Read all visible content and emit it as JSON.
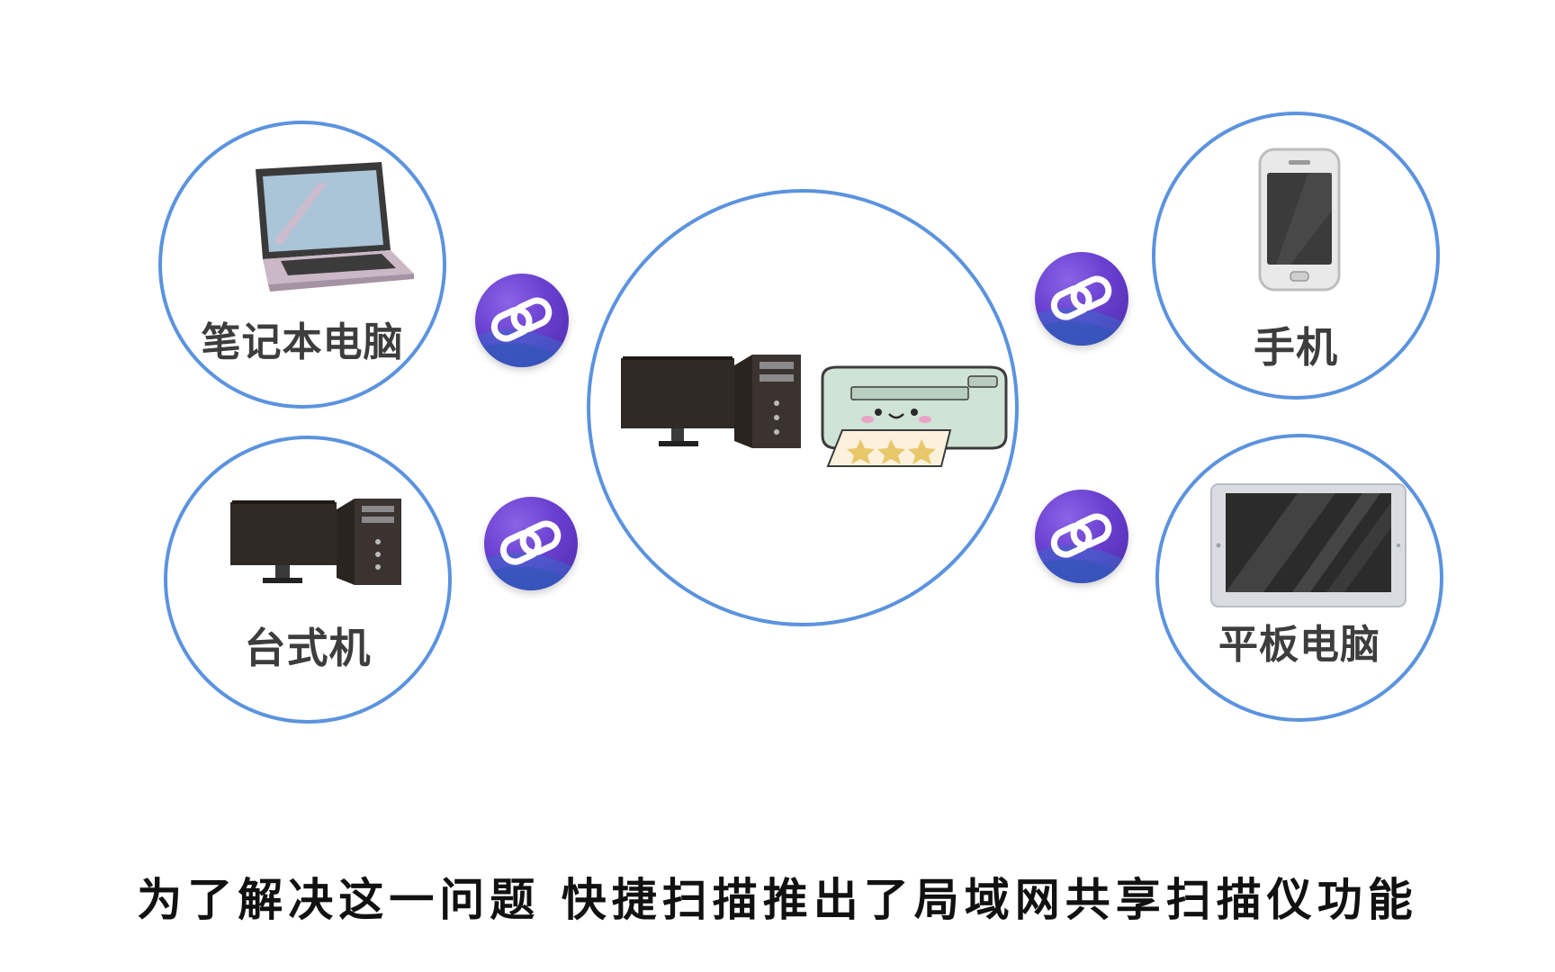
{
  "devices": {
    "laptop": {
      "label": "笔记本电脑",
      "icon": "laptop-icon"
    },
    "desktop": {
      "label": "台式机",
      "icon": "desktop-computer-icon"
    },
    "phone": {
      "label": "手机",
      "icon": "smartphone-icon"
    },
    "tablet": {
      "label": "平板电脑",
      "icon": "tablet-icon"
    }
  },
  "center": {
    "icons": [
      "desktop-computer-icon",
      "printer-icon"
    ]
  },
  "links": {
    "icon": "link-icon"
  },
  "subtitle": {
    "text": "为了解决这一问题 快捷扫描推出了局域网共享扫描仪功能"
  },
  "colors": {
    "ring": "#5b93df",
    "link_badge": "#6a3fd0",
    "text": "#3d3d3d"
  }
}
